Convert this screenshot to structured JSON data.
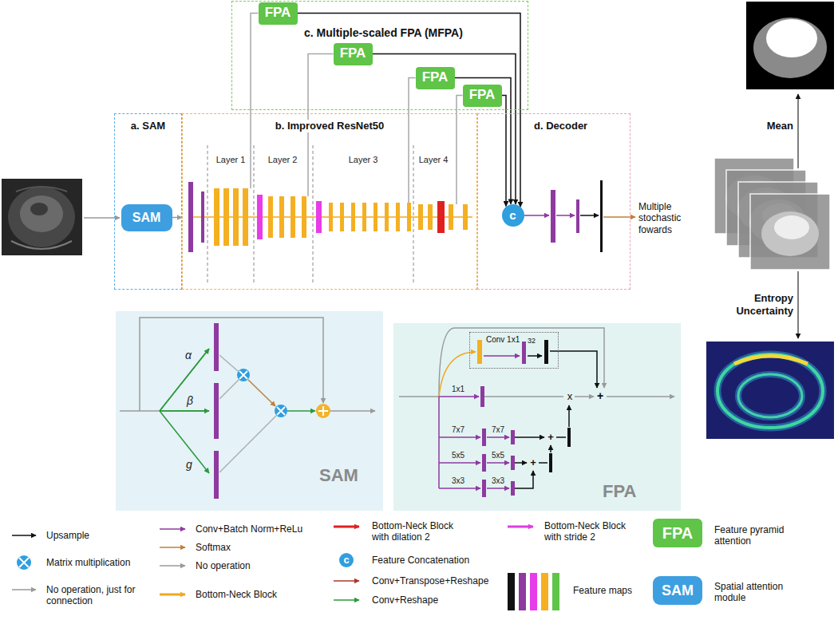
{
  "diagram": {
    "nodes": [
      {
        "text": [
          "c. Multiple-scaled FPA (MFPA)"
        ]
      },
      {
        "text": [
          "FPA"
        ],
        "in": 0
      },
      {
        "text": [
          "FPA"
        ],
        "in": 0
      },
      {
        "text": [
          "FPA"
        ],
        "in": 0
      },
      {
        "text": [
          "FPA"
        ],
        "in": 0
      },
      {
        "text": [
          "a. SAM"
        ]
      },
      {
        "text": [
          "SAM"
        ],
        "in": 5
      },
      {
        "text": [
          "b. Improved ResNet50"
        ]
      },
      {
        "text": [
          "d. Decoder"
        ]
      },
      {
        "text": [
          "c"
        ],
        "in": 8
      },
      {
        "text": [
          "SAM"
        ]
      },
      {
        "text": [
          "FPA"
        ]
      },
      {
        "text": [
          "Conv 1x1",
          "32"
        ],
        "in": 11
      }
    ],
    "edges": [
      {
        "from": 6,
        "to": 7,
        "arrow": "to"
      },
      {
        "from": 7,
        "to": 1,
        "arrow": "none"
      },
      {
        "from": 7,
        "to": 2,
        "arrow": "none"
      },
      {
        "from": 7,
        "to": 3,
        "arrow": "none"
      },
      {
        "from": 7,
        "to": 4,
        "arrow": "none"
      },
      {
        "from": 1,
        "to": 9,
        "arrow": "to"
      },
      {
        "from": 2,
        "to": 9,
        "arrow": "to"
      },
      {
        "from": 3,
        "to": 9,
        "arrow": "to"
      },
      {
        "from": 4,
        "to": 9,
        "arrow": "to"
      }
    ],
    "labels": [
      "Layer 1",
      "Layer 2",
      "Layer 3",
      "Layer 4",
      "Multiple stochastic fowards",
      "Mean",
      "Entropy Uncertainty",
      "α",
      "β",
      "g",
      "1x1",
      "7x7",
      "7x7",
      "5x5",
      "5x5",
      "3x3",
      "3x3",
      "x",
      "+",
      "+",
      "+",
      "FPA",
      "SAM",
      "c"
    ],
    "legend": [
      {
        "text": "Upsample"
      },
      {
        "text": "Matrix multiplication"
      },
      {
        "text": "No operation, just for connection"
      },
      {
        "text": "Conv+Batch Norm+ReLu"
      },
      {
        "text": "Softmax"
      },
      {
        "text": "No operation"
      },
      {
        "text": "Bottom-Neck Block"
      },
      {
        "text": "Bottom-Neck Block with dilation 2"
      },
      {
        "text": "Feature Concatenation"
      },
      {
        "text": "Conv+Transpose+Reshape"
      },
      {
        "text": "Conv+Reshape"
      },
      {
        "text": "Bottom-Neck Block with stride 2"
      },
      {
        "text": "Feature maps"
      },
      {
        "text": "Feature pyramid attention"
      },
      {
        "text": "Spatial attention module"
      }
    ]
  }
}
